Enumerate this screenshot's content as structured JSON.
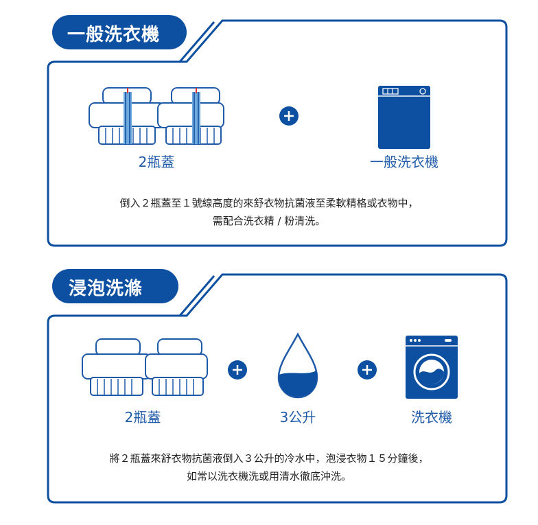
{
  "colors": {
    "brand_blue": "#0d4fa0",
    "light_blue": "#6ea8dd",
    "cap_stroke": "#1e5aa8",
    "text": "#222222"
  },
  "section1": {
    "title": "一般洗衣機",
    "items": [
      {
        "label": "2瓶蓋",
        "icon": "bottle-caps-with-fill-line-icon"
      },
      {
        "label": "一般洗衣機",
        "icon": "top-loading-washer-icon"
      }
    ],
    "plus_icon": "plus-icon",
    "description_line1": "倒入２瓶蓋至１號線高度的來舒衣物抗菌液至柔軟精格或衣物中，",
    "description_line2": "需配合洗衣精 / 粉清洗。"
  },
  "section2": {
    "title": "浸泡洗滌",
    "items": [
      {
        "label": "2瓶蓋",
        "icon": "bottle-caps-icon"
      },
      {
        "label": "3公升",
        "icon": "water-drop-icon"
      },
      {
        "label": "洗衣機",
        "icon": "front-loading-washer-icon"
      }
    ],
    "plus_icon": "plus-icon",
    "description_line1": "將２瓶蓋來舒衣物抗菌液倒入３公升的冷水中，泡浸衣物１５分鐘後，",
    "description_line2": "如常以洗衣機洗或用清水徹底沖洗。"
  }
}
